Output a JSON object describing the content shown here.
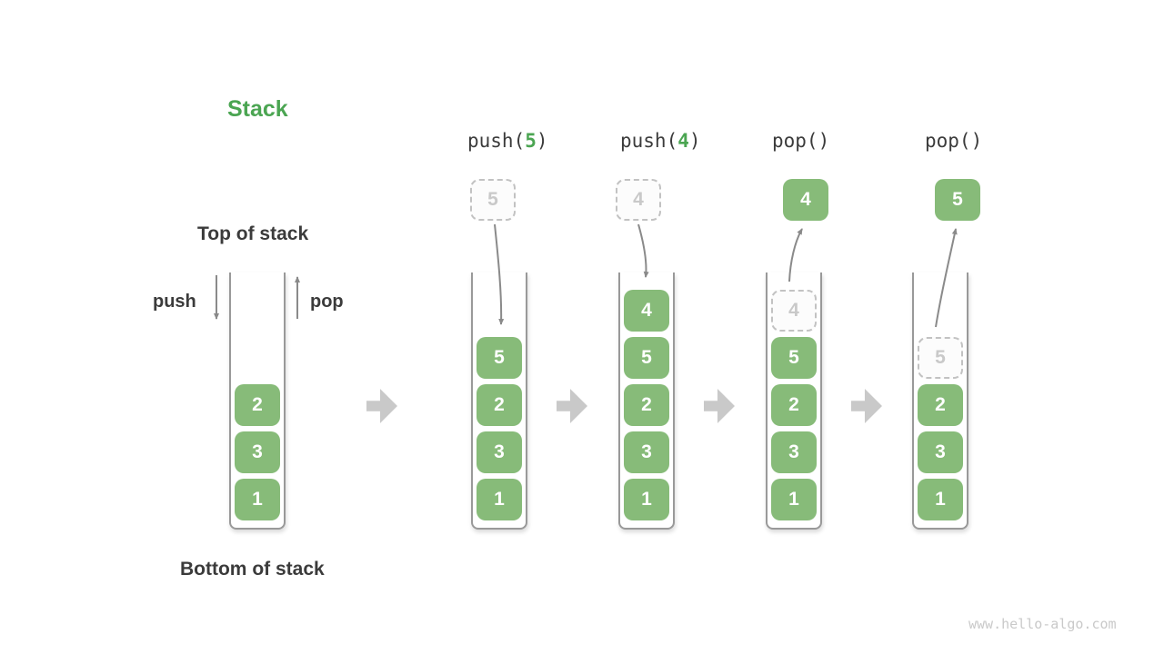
{
  "heading": {
    "title": "Stack",
    "top_label": "Top of stack",
    "bottom_label": "Bottom of stack",
    "push_label": "push",
    "pop_label": "pop"
  },
  "operations": [
    {
      "pre": "push(",
      "arg": "5",
      "post": ")"
    },
    {
      "pre": "push(",
      "arg": "4",
      "post": ")"
    },
    {
      "pre": "pop()",
      "arg": "",
      "post": ""
    },
    {
      "pre": "pop()",
      "arg": "",
      "post": ""
    }
  ],
  "floating_cells": [
    {
      "value": "5",
      "variant": "dashed"
    },
    {
      "value": "4",
      "variant": "dashed"
    },
    {
      "value": "4",
      "variant": "solid"
    },
    {
      "value": "5",
      "variant": "solid"
    }
  ],
  "stacks": [
    {
      "cells": [
        "2",
        "3",
        "1"
      ]
    },
    {
      "cells": [
        "5",
        "2",
        "3",
        "1"
      ]
    },
    {
      "cells": [
        "4",
        "5",
        "2",
        "3",
        "1"
      ]
    },
    {
      "ghost": "4",
      "cells": [
        "5",
        "2",
        "3",
        "1"
      ]
    },
    {
      "ghost": "5",
      "cells": [
        "2",
        "3",
        "1"
      ]
    }
  ],
  "watermark": "www.hello-algo.com",
  "colors": {
    "cell_green": "#87BB79",
    "accent_green": "#4BA552",
    "thin_arrow_gray": "#8a8a8a",
    "block_arrow_gray": "#c9c9c9",
    "ghost_gray": "#c9c9c9",
    "text_dark": "#3b3b3b",
    "container_border": "#999999",
    "watermark_gray": "#c9c9c9"
  }
}
